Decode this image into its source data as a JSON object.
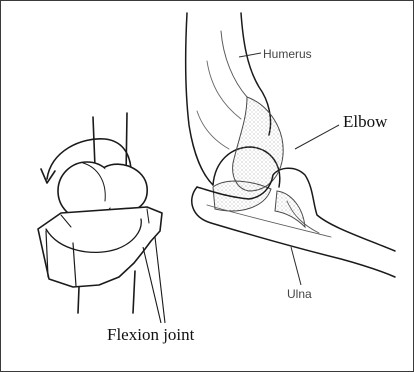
{
  "labels": {
    "humerus": "Humerus",
    "elbow": "Elbow",
    "ulna": "Ulna",
    "flexion_joint": "Flexion joint"
  },
  "colors": {
    "ink": "#1a1a1a",
    "stipple": "#9a9a9a",
    "frame": "#3a3a3a"
  }
}
